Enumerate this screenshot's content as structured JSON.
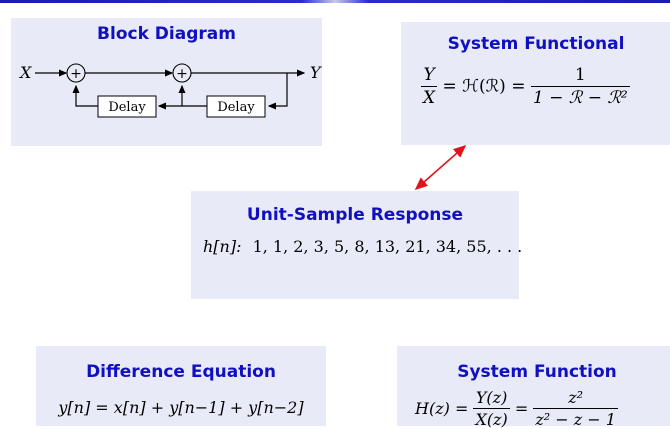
{
  "block_diagram": {
    "title": "Block Diagram",
    "input_label": "X",
    "output_label": "Y",
    "adder_symbol": "+",
    "delay_label_1": "Delay",
    "delay_label_2": "Delay"
  },
  "system_functional": {
    "title": "System Functional",
    "lhs_num": "Y",
    "lhs_den": "X",
    "middle": "= ℋ(ℛ) =",
    "rhs_num": "1",
    "rhs_den": "1 − ℛ − ℛ²"
  },
  "unit_sample_response": {
    "title": "Unit-Sample Response",
    "lhs": "h[n]:",
    "sequence": "1, 1, 2, 3, 5, 8, 13, 21, 34, 55, . . ."
  },
  "difference_equation": {
    "title": "Difference Equation",
    "equation": "y[n] = x[n] + y[n−1] + y[n−2]"
  },
  "system_function": {
    "title": "System Function",
    "lhs": "H(z) =",
    "frac1_num": "Y(z)",
    "frac1_den": "X(z)",
    "equals": "=",
    "frac2_num": "z²",
    "frac2_den": "z² − z − 1"
  },
  "colors": {
    "box_background": "#e8eaf7",
    "title_color": "#1010c0",
    "arrow_color": "#e0141e"
  }
}
